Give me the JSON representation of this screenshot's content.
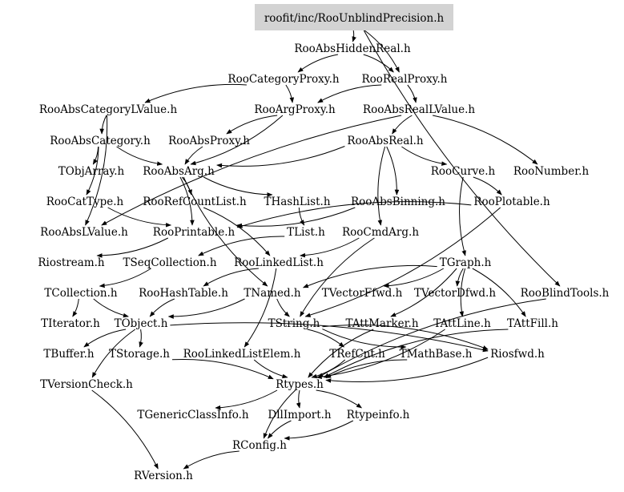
{
  "root": {
    "label": "roofit/inc/RooUnblindPrecision.h",
    "fill": "#d3d3d3"
  },
  "nodes": [
    {
      "id": "RooAbsHiddenReal",
      "label": "RooAbsHiddenReal.h"
    },
    {
      "id": "RooCategoryProxy",
      "label": "RooCategoryProxy.h"
    },
    {
      "id": "RooRealProxy",
      "label": "RooRealProxy.h"
    },
    {
      "id": "RooAbsCategoryLValue",
      "label": "RooAbsCategoryLValue.h"
    },
    {
      "id": "RooArgProxy",
      "label": "RooArgProxy.h"
    },
    {
      "id": "RooAbsRealLValue",
      "label": "RooAbsRealLValue.h"
    },
    {
      "id": "RooAbsCategory",
      "label": "RooAbsCategory.h"
    },
    {
      "id": "RooAbsProxy",
      "label": "RooAbsProxy.h"
    },
    {
      "id": "RooAbsReal",
      "label": "RooAbsReal.h"
    },
    {
      "id": "TObjArray",
      "label": "TObjArray.h"
    },
    {
      "id": "RooAbsArg",
      "label": "RooAbsArg.h"
    },
    {
      "id": "RooCurve",
      "label": "RooCurve.h"
    },
    {
      "id": "RooNumber",
      "label": "RooNumber.h"
    },
    {
      "id": "RooCatType",
      "label": "RooCatType.h"
    },
    {
      "id": "RooRefCountList",
      "label": "RooRefCountList.h"
    },
    {
      "id": "THashList",
      "label": "THashList.h"
    },
    {
      "id": "RooAbsBinning",
      "label": "RooAbsBinning.h"
    },
    {
      "id": "RooPlotable",
      "label": "RooPlotable.h"
    },
    {
      "id": "RooAbsLValue",
      "label": "RooAbsLValue.h"
    },
    {
      "id": "RooPrintable",
      "label": "RooPrintable.h"
    },
    {
      "id": "TList",
      "label": "TList.h"
    },
    {
      "id": "RooCmdArg",
      "label": "RooCmdArg.h"
    },
    {
      "id": "Riostream",
      "label": "Riostream.h"
    },
    {
      "id": "TSeqCollection",
      "label": "TSeqCollection.h"
    },
    {
      "id": "RooLinkedList",
      "label": "RooLinkedList.h"
    },
    {
      "id": "TGraph",
      "label": "TGraph.h"
    },
    {
      "id": "TCollection",
      "label": "TCollection.h"
    },
    {
      "id": "RooHashTable",
      "label": "RooHashTable.h"
    },
    {
      "id": "TNamed",
      "label": "TNamed.h"
    },
    {
      "id": "TVectorFfwd",
      "label": "TVectorFfwd.h"
    },
    {
      "id": "TVectorDfwd",
      "label": "TVectorDfwd.h"
    },
    {
      "id": "RooBlindTools",
      "label": "RooBlindTools.h"
    },
    {
      "id": "TIterator",
      "label": "TIterator.h"
    },
    {
      "id": "TObject",
      "label": "TObject.h"
    },
    {
      "id": "TString",
      "label": "TString.h"
    },
    {
      "id": "TAttMarker",
      "label": "TAttMarker.h"
    },
    {
      "id": "TAttLine",
      "label": "TAttLine.h"
    },
    {
      "id": "TAttFill",
      "label": "TAttFill.h"
    },
    {
      "id": "TBuffer",
      "label": "TBuffer.h"
    },
    {
      "id": "TStorage",
      "label": "TStorage.h"
    },
    {
      "id": "RooLinkedListElem",
      "label": "RooLinkedListElem.h"
    },
    {
      "id": "TRefCnt",
      "label": "TRefCnt.h"
    },
    {
      "id": "TMathBase",
      "label": "TMathBase.h"
    },
    {
      "id": "Riosfwd",
      "label": "Riosfwd.h"
    },
    {
      "id": "TVersionCheck",
      "label": "TVersionCheck.h"
    },
    {
      "id": "Rtypes",
      "label": "Rtypes.h"
    },
    {
      "id": "TGenericClassInfo",
      "label": "TGenericClassInfo.h"
    },
    {
      "id": "DllImport",
      "label": "DllImport.h"
    },
    {
      "id": "Rtypeinfo",
      "label": "Rtypeinfo.h"
    },
    {
      "id": "RConfig",
      "label": "RConfig.h"
    },
    {
      "id": "RVersion",
      "label": "RVersion.h"
    }
  ],
  "edges": [
    [
      "Root",
      "RooAbsHiddenReal"
    ],
    [
      "Root",
      "RooBlindTools"
    ],
    [
      "Root",
      "RooRealProxy"
    ],
    [
      "RooAbsHiddenReal",
      "RooCategoryProxy"
    ],
    [
      "RooAbsHiddenReal",
      "RooRealProxy"
    ],
    [
      "RooCategoryProxy",
      "RooAbsCategoryLValue"
    ],
    [
      "RooCategoryProxy",
      "RooArgProxy"
    ],
    [
      "RooRealProxy",
      "RooArgProxy"
    ],
    [
      "RooRealProxy",
      "RooAbsRealLValue"
    ],
    [
      "RooAbsCategoryLValue",
      "RooAbsCategory"
    ],
    [
      "RooAbsCategoryLValue",
      "RooAbsLValue"
    ],
    [
      "RooArgProxy",
      "RooAbsProxy"
    ],
    [
      "RooArgProxy",
      "RooAbsArg"
    ],
    [
      "RooAbsRealLValue",
      "RooAbsReal"
    ],
    [
      "RooAbsRealLValue",
      "RooNumber"
    ],
    [
      "RooAbsRealLValue",
      "RooAbsLValue"
    ],
    [
      "RooAbsCategory",
      "TObjArray"
    ],
    [
      "RooAbsCategory",
      "RooAbsArg"
    ],
    [
      "RooAbsCategory",
      "RooCatType"
    ],
    [
      "RooAbsProxy",
      "RooAbsArg"
    ],
    [
      "RooAbsReal",
      "RooAbsArg"
    ],
    [
      "RooAbsReal",
      "RooCurve"
    ],
    [
      "RooAbsReal",
      "RooAbsBinning"
    ],
    [
      "RooAbsReal",
      "RooCmdArg"
    ],
    [
      "RooAbsArg",
      "RooRefCountList"
    ],
    [
      "RooAbsArg",
      "THashList"
    ],
    [
      "RooAbsArg",
      "RooPrintable"
    ],
    [
      "RooAbsArg",
      "TNamed"
    ],
    [
      "RooCurve",
      "RooPlotable"
    ],
    [
      "RooCurve",
      "TGraph"
    ],
    [
      "RooRefCountList",
      "RooLinkedList"
    ],
    [
      "THashList",
      "TList"
    ],
    [
      "RooAbsBinning",
      "RooPrintable"
    ],
    [
      "RooPlotable",
      "RooPrintable"
    ],
    [
      "RooPlotable",
      "TString"
    ],
    [
      "RooCatType",
      "RooPrintable"
    ],
    [
      "RooPrintable",
      "Riostream"
    ],
    [
      "TList",
      "TSeqCollection"
    ],
    [
      "RooCmdArg",
      "RooLinkedList"
    ],
    [
      "RooCmdArg",
      "TString"
    ],
    [
      "TSeqCollection",
      "TCollection"
    ],
    [
      "RooLinkedList",
      "RooHashTable"
    ],
    [
      "RooLinkedList",
      "RooLinkedListElem"
    ],
    [
      "TGraph",
      "TNamed"
    ],
    [
      "TGraph",
      "TVectorFfwd"
    ],
    [
      "TGraph",
      "TVectorDfwd"
    ],
    [
      "TGraph",
      "TAttMarker"
    ],
    [
      "TGraph",
      "TAttLine"
    ],
    [
      "TGraph",
      "TAttFill"
    ],
    [
      "TCollection",
      "TObject"
    ],
    [
      "TCollection",
      "TIterator"
    ],
    [
      "RooHashTable",
      "TObject"
    ],
    [
      "TNamed",
      "TObject"
    ],
    [
      "TNamed",
      "TString"
    ],
    [
      "TObject",
      "TStorage"
    ],
    [
      "TObject",
      "TBuffer"
    ],
    [
      "TObject",
      "Riosfwd"
    ],
    [
      "TObject",
      "TVersionCheck"
    ],
    [
      "TString",
      "TRefCnt"
    ],
    [
      "TString",
      "TMathBase"
    ],
    [
      "TString",
      "Riosfwd"
    ],
    [
      "TAttMarker",
      "Rtypes"
    ],
    [
      "TAttLine",
      "Rtypes"
    ],
    [
      "TAttFill",
      "Rtypes"
    ],
    [
      "TStorage",
      "Rtypes"
    ],
    [
      "RooLinkedListElem",
      "Rtypes"
    ],
    [
      "TRefCnt",
      "Rtypes"
    ],
    [
      "TMathBase",
      "Rtypes"
    ],
    [
      "Riosfwd",
      "Rtypes"
    ],
    [
      "RooBlindTools",
      "Rtypes"
    ],
    [
      "Rtypes",
      "TGenericClassInfo"
    ],
    [
      "Rtypes",
      "DllImport"
    ],
    [
      "Rtypes",
      "Rtypeinfo"
    ],
    [
      "Rtypes",
      "RConfig"
    ],
    [
      "TVersionCheck",
      "RVersion"
    ],
    [
      "DllImport",
      "RConfig"
    ],
    [
      "Rtypeinfo",
      "RConfig"
    ],
    [
      "RConfig",
      "RVersion"
    ]
  ]
}
